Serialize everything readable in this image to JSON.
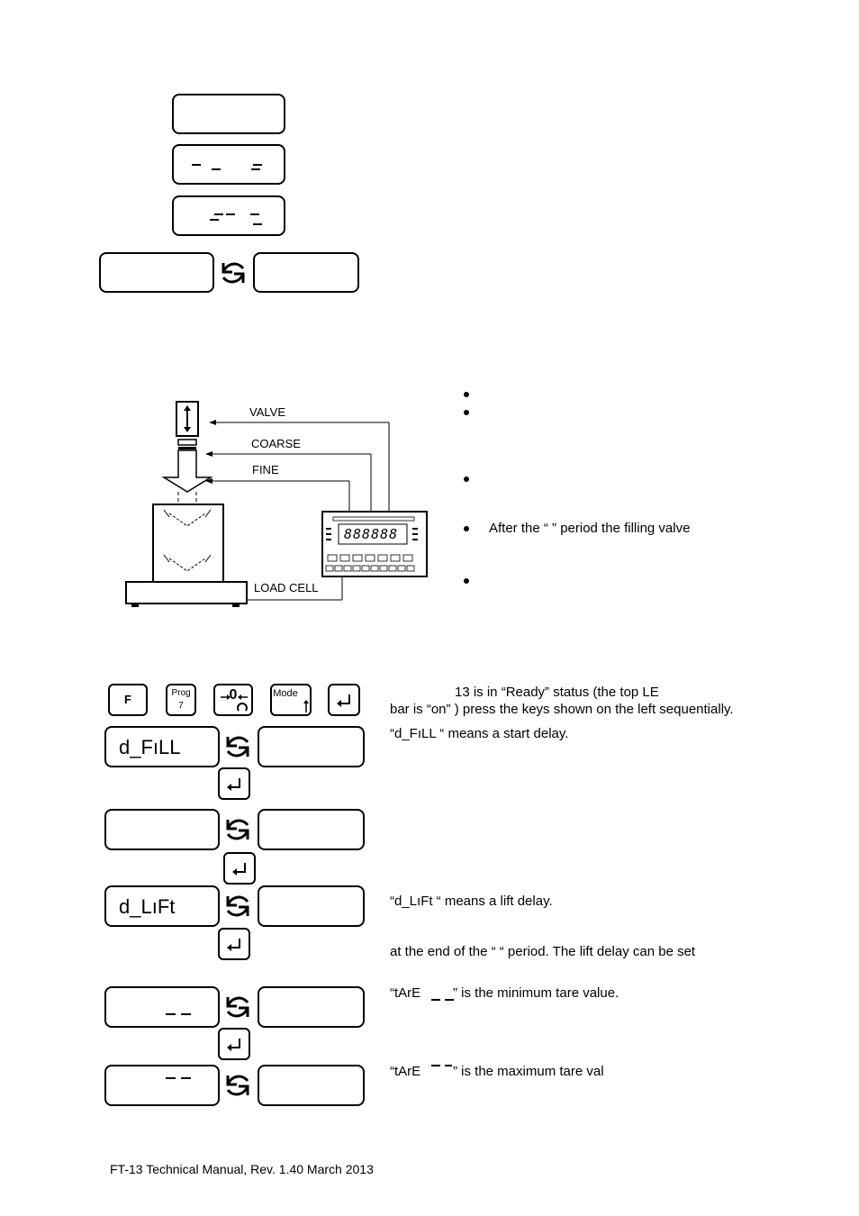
{
  "displays": {
    "d_fill": "d_FıLL",
    "d_lift": "d_LıFt"
  },
  "keys": {
    "f": "F",
    "prog_top": "Prog",
    "prog_bottom": "7",
    "zero": "0",
    "mode": "Mode"
  },
  "diagram": {
    "valve": "VALVE",
    "coarse": "COARSE",
    "fine": "FINE",
    "load_cell": "LOAD CELL",
    "indicator_digits": "888888"
  },
  "text": {
    "bullet_after": "After the “          ” period the filling valve",
    "ready_line1": "13 is in “Ready” status (the top LE",
    "ready_line2": "bar is “on” ) press the keys shown on the left sequentially.",
    "d_fill_desc": "“d_FıLL “ means a start delay.",
    "d_lift_desc": "“d_LıFt “ means a lift delay.",
    "lift_end": "at the end of the “           “ period. The lift delay can be set",
    "tare_min_prefix": "“tArE",
    "tare_min_suffix": "” is the minimum tare value.",
    "tare_max_prefix": "“tArE",
    "tare_max_suffix": "” is the maximum tare val"
  },
  "footer": "FT-13 Technical Manual, Rev. 1.40   March 2013"
}
